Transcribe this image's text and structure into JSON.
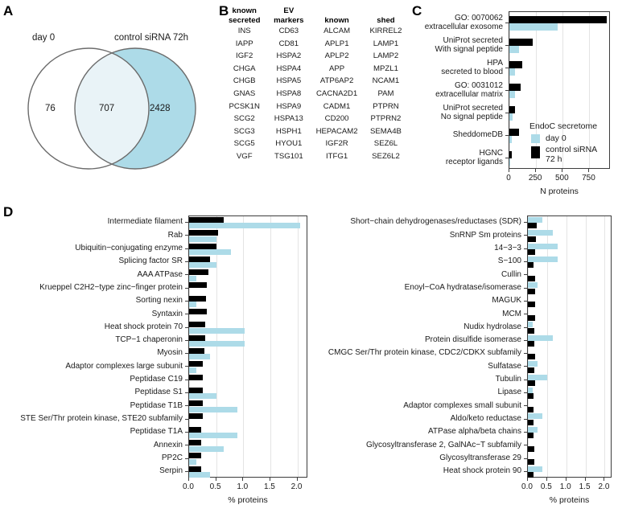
{
  "panels": {
    "a": {
      "label": "A"
    },
    "b": {
      "label": "B"
    },
    "c": {
      "label": "C"
    },
    "d": {
      "label": "D"
    }
  },
  "venn": {
    "left_title": "day 0",
    "right_title": "control siRNA 72h",
    "left_only": "76",
    "intersection": "707",
    "right_only": "2428",
    "left_fill": "#ffffff",
    "right_fill": "#addbe8",
    "overlap_fill": "#e9f3f7",
    "stroke": "#6b6b6b"
  },
  "gene_table": {
    "headers": [
      {
        "line1": "known",
        "line2": "secreted"
      },
      {
        "line1": "EV",
        "line2": "markers"
      },
      {
        "line1": "known",
        "line2": ""
      },
      {
        "line1": "shed",
        "line2": ""
      }
    ],
    "columns": [
      [
        "INS",
        "IAPP",
        "IGF2",
        "CHGA",
        "CHGB",
        "GNAS",
        "PCSK1N",
        "SCG2",
        "SCG3",
        "SCG5",
        "VGF"
      ],
      [
        "CD63",
        "CD81",
        "HSPA2",
        "HSPA4",
        "HSPA5",
        "HSPA8",
        "HSPA9",
        "HSPA13",
        "HSPH1",
        "HYOU1",
        "TSG101"
      ],
      [
        "ALCAM",
        "APLP1",
        "APLP2",
        "APP",
        "ATP6AP2",
        "CACNA2D1",
        "CADM1",
        "CD200",
        "HEPACAM2",
        "IGF2R",
        "ITFG1"
      ],
      [
        "KIRREL2",
        "LAMP1",
        "LAMP2",
        "MPZL1",
        "NCAM1",
        "PAM",
        "PTPRN",
        "PTPRN2",
        "SEMA4B",
        "SEZ6L",
        "SEZ6L2"
      ]
    ]
  },
  "legend": {
    "title": "EndoC secretome",
    "entries": [
      {
        "label": "day 0",
        "color": "#addbe8"
      },
      {
        "label": "control siRNA\n72 h",
        "color": "#000000"
      }
    ],
    "entry0_label": "day 0",
    "entry1_label_line1": "control siRNA",
    "entry1_label_line2": "72 h"
  },
  "chart_data": [
    {
      "id": "panel-c",
      "type": "bar",
      "orientation": "horizontal",
      "title": "",
      "xlabel": "N proteins",
      "ylabel": "",
      "xlim": [
        0,
        950
      ],
      "xticks": [
        0,
        250,
        500,
        750
      ],
      "xticklabels": [
        "0",
        "250",
        "500",
        "750"
      ],
      "grid": true,
      "legend_position": "inside-center-right",
      "categories": [
        {
          "line1": "GO: 0070062",
          "line2": "extracellular exosome"
        },
        {
          "line1": "UniProt secreted",
          "line2": "With signal peptide"
        },
        {
          "line1": "HPA",
          "line2": "secreted to blood"
        },
        {
          "line1": "GO: 0031012",
          "line2": "extracellular matrix"
        },
        {
          "line1": "UniProt secreted",
          "line2": "No signal peptide"
        },
        {
          "line1": "SheddomeDB",
          "line2": ""
        },
        {
          "line1": "HGNC",
          "line2": "receptor ligands"
        }
      ],
      "series": [
        {
          "name": "control siRNA 72 h",
          "color": "#000000",
          "values": [
            910,
            215,
            120,
            108,
            50,
            88,
            25
          ]
        },
        {
          "name": "day 0",
          "color": "#addbe8",
          "values": [
            450,
            92,
            55,
            55,
            27,
            20,
            10
          ]
        }
      ]
    },
    {
      "id": "panel-d-left",
      "type": "bar",
      "orientation": "horizontal",
      "title": "",
      "xlabel": "% proteins",
      "ylabel": "",
      "xlim": [
        0,
        2.2
      ],
      "xticks": [
        0.0,
        0.5,
        1.0,
        1.5,
        2.0
      ],
      "xticklabels": [
        "0.0",
        "0.5",
        "1.0",
        "1.5",
        "2.0"
      ],
      "grid": true,
      "categories": [
        "Intermediate filament",
        "Rab",
        "Ubiquitin−conjugating enzyme",
        "Splicing factor SR",
        "AAA ATPase",
        "Krueppel C2H2−type zinc−finger protein",
        "Sorting nexin",
        "Syntaxin",
        "Heat shock protein 70",
        "TCP−1 chaperonin",
        "Myosin",
        "Adaptor complexes large subunit",
        "Peptidase C19",
        "Peptidase S1",
        "Peptidase T1B",
        "STE Ser/Thr protein kinase, STE20 subfamily",
        "Peptidase T1A",
        "Annexin",
        "PP2C",
        "Serpin"
      ],
      "series": [
        {
          "name": "control siRNA 72 h",
          "color": "#000000",
          "values": [
            0.64,
            0.54,
            0.51,
            0.39,
            0.35,
            0.32,
            0.31,
            0.32,
            0.29,
            0.29,
            0.28,
            0.25,
            0.26,
            0.26,
            0.25,
            0.25,
            0.23,
            0.23,
            0.22,
            0.22
          ]
        },
        {
          "name": "day 0",
          "color": "#addbe8",
          "values": [
            2.05,
            0.51,
            0.77,
            0.51,
            0.13,
            0.0,
            0.13,
            0.0,
            1.02,
            1.02,
            0.38,
            0.13,
            0.0,
            0.51,
            0.89,
            0.0,
            0.89,
            0.64,
            0.13,
            0.38
          ]
        }
      ]
    },
    {
      "id": "panel-d-right",
      "type": "bar",
      "orientation": "horizontal",
      "title": "",
      "xlabel": "% proteins",
      "ylabel": "",
      "xlim": [
        0,
        2.2
      ],
      "xticks": [
        0.0,
        0.5,
        1.0,
        1.5,
        2.0
      ],
      "xticklabels": [
        "0.0",
        "0.5",
        "1.0",
        "1.5",
        "2.0"
      ],
      "grid": true,
      "categories": [
        "Short−chain dehydrogenases/reductases (SDR)",
        "SnRNP Sm proteins",
        "14−3−3",
        "S−100",
        "Cullin",
        "Enoyl−CoA hydratase/isomerase",
        "MAGUK",
        "MCM",
        "Nudix hydrolase",
        "Protein disulfide isomerase",
        "CMGC Ser/Thr protein kinase, CDC2/CDKX subfamily",
        "Sulfatase",
        "Tubulin",
        "Lipase",
        "Adaptor complexes small subunit",
        "Aldo/keto reductase",
        "ATPase alpha/beta chains",
        "Glycosyltransferase 2, GalNAc−T subfamily",
        "Glycosyltransferase 29",
        "Heat shock protein 90"
      ],
      "series": [
        {
          "name": "day 0",
          "color": "#addbe8",
          "values": [
            0.38,
            0.64,
            0.77,
            0.77,
            0.0,
            0.26,
            0.0,
            0.0,
            0.13,
            0.64,
            0.0,
            0.26,
            0.51,
            0.13,
            0.0,
            0.38,
            0.26,
            0.0,
            0.0,
            0.38
          ]
        },
        {
          "name": "control siRNA 72 h",
          "color": "#000000",
          "values": [
            0.22,
            0.21,
            0.18,
            0.15,
            0.19,
            0.18,
            0.19,
            0.19,
            0.17,
            0.17,
            0.18,
            0.16,
            0.18,
            0.15,
            0.15,
            0.15,
            0.15,
            0.16,
            0.16,
            0.15
          ]
        }
      ]
    }
  ]
}
